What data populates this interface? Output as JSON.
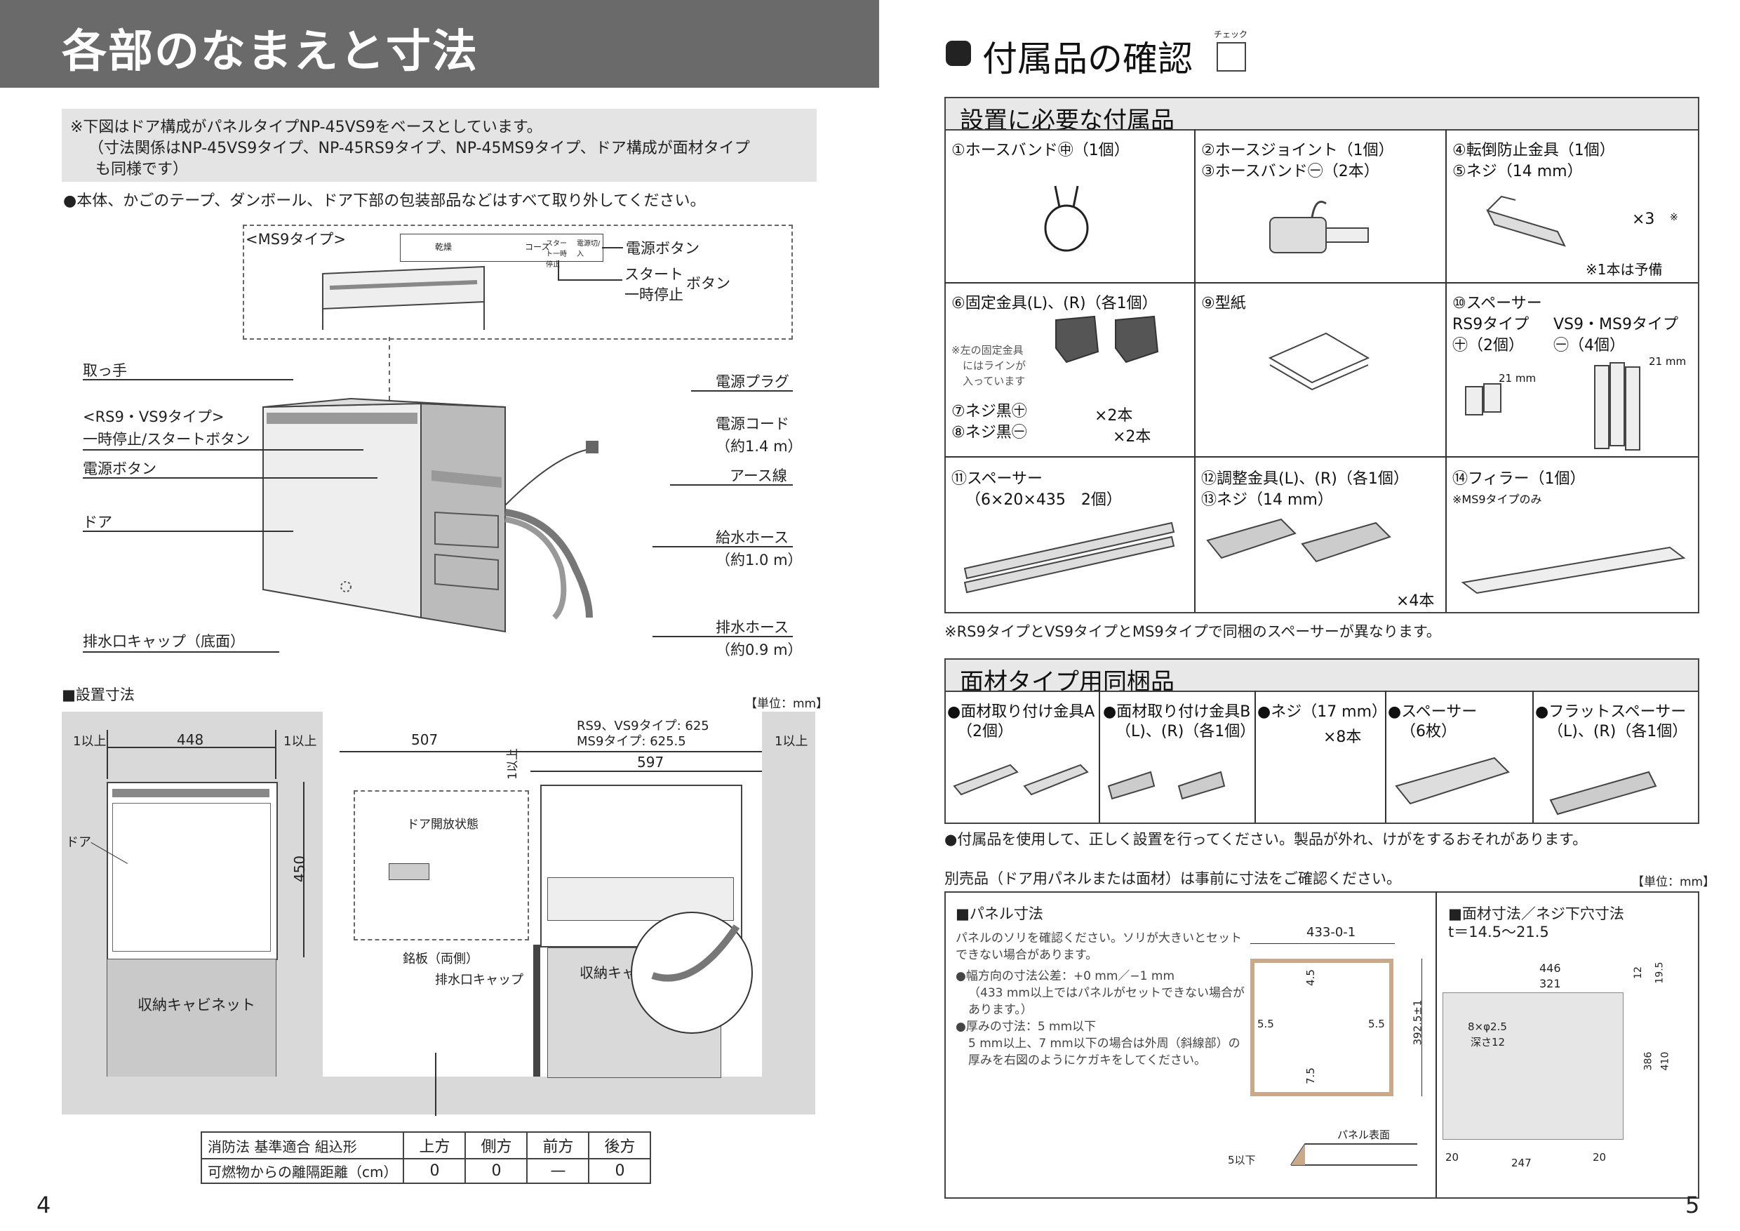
{
  "left": {
    "title": "各部のなまえと寸法",
    "note_lines": [
      "※下図はドア構成がパネルタイプNP-45VS9をベースとしています。",
      "（寸法関係はNP-45VS9タイプ、NP-45RS9タイプ、NP-45MS9タイプ、ドア構成が面材タイプ",
      "も同様です）"
    ],
    "bullet": "●本体、かごのテープ、ダンボール、ドア下部の包装部品などはすべて取り外してください。",
    "ms9_label": "<MS9タイプ>",
    "panel_buttons": [
      "乾燥",
      "コース",
      "スタート一時停止",
      "電源切/入"
    ],
    "power_button": "電源ボタン",
    "start_button_1": "スタート",
    "start_button_2": "一時停止",
    "start_button_3": "ボタン",
    "labels_left": [
      "取っ手",
      "<RS9・VS9タイプ>",
      "一時停止/スタートボタン",
      "電源ボタン",
      "ドア",
      "排水口キャップ（底面）"
    ],
    "labels_right": [
      "電源プラグ",
      "電源コード",
      "（約1.4 m）",
      "アース線",
      "給水ホース",
      "（約1.0 m）",
      "排水ホース",
      "（約0.9 m）"
    ],
    "install_title": "■設置寸法",
    "unit": "【単位：mm】",
    "dims": {
      "side1": "1以上",
      "w448": "448",
      "side2": "1以上",
      "h450": "450",
      "d507": "507",
      "rs9": "RS9、VS9タイプ: 625",
      "ms9": "MS9タイプ: 625.5",
      "top1": "1以上",
      "side3": "1以上",
      "w597": "597"
    },
    "door_label": "ドア",
    "cabinet_front": "収納キャビネット",
    "door_open": "ドア開放状態",
    "nameplate": "銘板（両側）",
    "drain_cap": "排水口キャップ",
    "cabinet_side": "収納キャビネット",
    "fire_table": {
      "row1_label": "消防法 基準適合 組込形",
      "row2_label": "可燃物からの離隔距離（cm）",
      "headers": [
        "上方",
        "側方",
        "前方",
        "後方"
      ],
      "values": [
        "0",
        "0",
        "—",
        "0"
      ]
    },
    "page_num": "4"
  },
  "right": {
    "title": "付属品の確認",
    "check": "チェック",
    "sec1": "設置に必要な付属品",
    "c1": "①ホースバンド㊥（1個）",
    "c2a": "②ホースジョイント（1個）",
    "c2b": "③ホースバンド㊀（2本）",
    "c3a": "④転倒防止金具（1個）",
    "c3b": "⑤ネジ（14 mm）",
    "c3x": "×3",
    "c3star": "※",
    "c3note": "※1本は予備",
    "c4": "⑥固定金具(L)、(R)（各1個）",
    "c4note": [
      "※左の固定金具",
      "にはラインが",
      "入っています"
    ],
    "c4s1": "⑦ネジ黒㊉",
    "c4s2": "⑧ネジ黒㊀",
    "c4x1": "×2本",
    "c4x2": "×2本",
    "c5": "⑨型紙",
    "c6": "⑩スペーサー",
    "c6a": "RS9タイプ",
    "c6b": "VS9・MS9タイプ",
    "c6c": "㊉（2個）",
    "c6d": "㊀（4個）",
    "c6m1": "21 mm",
    "c6m2": "21 mm",
    "c7a": "⑪スペーサー",
    "c7b": "（6×20×435　2個）",
    "c8a": "⑫調整金具(L)、(R)（各1個）",
    "c8b": "⑬ネジ（14 mm）",
    "c8x": "×4本",
    "c9": "⑭フィラー（1個）",
    "c9n": "※MS9タイプのみ",
    "spacer_note": "※RS9タイプとVS9タイプとMS9タイプで同梱のスペーサーが異なります。",
    "sec2": "面材タイプ用同梱品",
    "m1a": "●面材取り付け金具A",
    "m1b": "（2個）",
    "m2a": "●面材取り付け金具B",
    "m2b": "（L)、(R)（各1個）",
    "m3a": "●ネジ（17 mm）",
    "m3x": "×8本",
    "m4a": "●スペーサー",
    "m4b": "（6枚）",
    "m5a": "●フラットスペーサー",
    "m5b": "（L)、(R)（各1個）",
    "warning": "●付属品を使用して、正しく設置を行ってください。製品が外れ、けがをするおそれがあります。",
    "sep": "別売品（ドア用パネルまたは面材）は事前に寸法をご確認ください。",
    "unit": "【単位：mm】",
    "panel_title": "■パネル寸法",
    "panel_text": [
      "パネルのソリを確認ください。ソリが大きいとセット",
      "できない場合があります。",
      "●幅方向の寸法公差：+0 mm／−1 mm",
      "（433 mm以上ではパネルがセットできない場合が",
      "あります。）",
      "●厚みの寸法：5 mm以下",
      "5 mm以上、7 mm以下の場合は外周（斜線部）の",
      "厚みを右図のようにケガキをしてください。"
    ],
    "pd": {
      "w": "433-0-1",
      "h": "392.5±1",
      "t": "4.5",
      "l": "5.5",
      "r": "5.5",
      "b": "7.5",
      "surface": "パネル表面",
      "thick": "5以下"
    },
    "face_title": "■面材寸法／ネジ下穴寸法",
    "face_t": "t＝14.5〜21.5",
    "fd": {
      "w446": "446",
      "w321": "321",
      "h12": "12",
      "h19": "19.5",
      "holes1": "8×φ2.5",
      "holes2": "深さ12",
      "h386": "386",
      "h410": "410",
      "b20a": "20",
      "b247": "247",
      "b20b": "20"
    },
    "page_num": "5"
  }
}
